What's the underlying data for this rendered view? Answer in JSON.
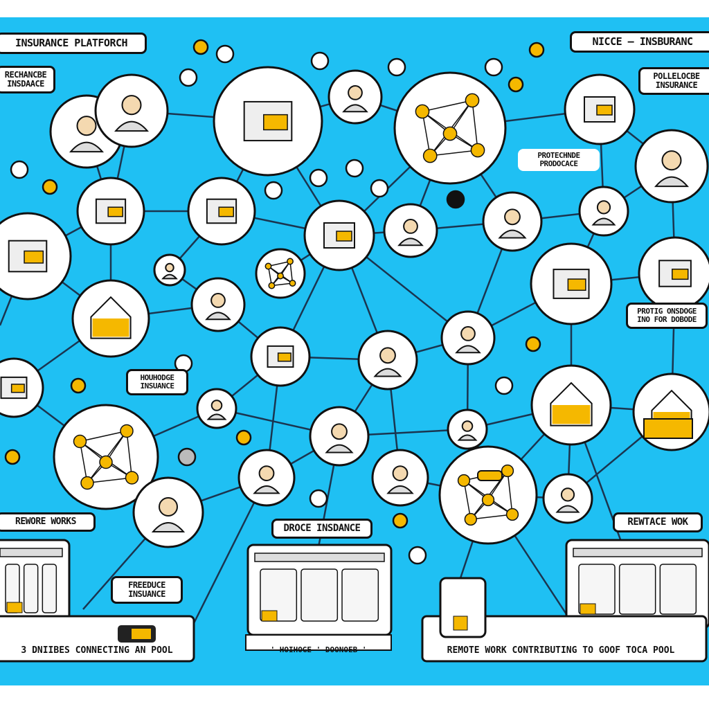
{
  "labels": {
    "platform_title": "INSURANCE PLATFORCH",
    "top_left_sub": "RECHANCBE INSDAACE",
    "top_right_title": "NICCE — INSBURANC",
    "top_right_sub": "POLLELOCBE INSURANCE",
    "mid_right": "PROTECHNDE PRODOCACE",
    "right_lower": "PROTIG ONSDOGE INO FOR DOBODE",
    "mid_left": "HOUHODGE INSUANCE",
    "remote_works": "REWORE WORKS",
    "drone_insurance": "DROCE INSDANCE",
    "remote_work_right": "REWTACE WOK",
    "freelance": "FREEDUCE INSUANCE"
  },
  "captions": {
    "left": "3 DNIIBES CONNECTING AN POOL",
    "center": "' HOIHOGE ' DOONOEB '",
    "right": "REMOTE WORK CONTRIBUTING TO GOOF TOCA POOL"
  },
  "colors": {
    "background": "#1fc0f3",
    "accent": "#f5b800",
    "ink": "#111111"
  }
}
